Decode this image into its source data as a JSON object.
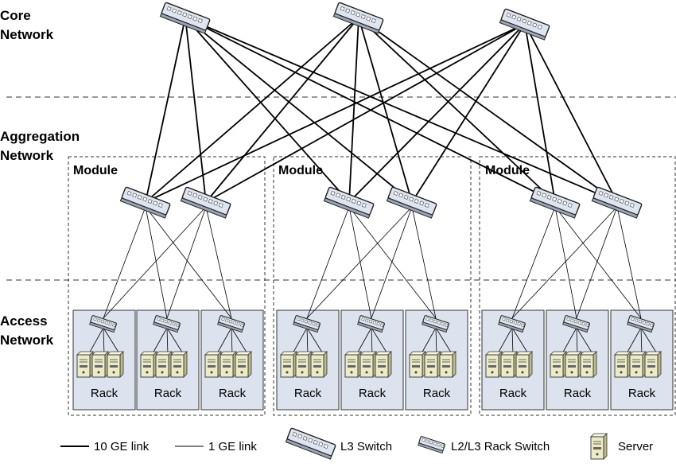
{
  "layers": {
    "core": [
      "Core",
      "Network"
    ],
    "aggregation": [
      "Aggregation",
      "Network"
    ],
    "access": [
      "Access",
      "Network"
    ]
  },
  "modules": [
    {
      "label": "Module",
      "racks": [
        "Rack",
        "Rack",
        "Rack"
      ]
    },
    {
      "label": "Module",
      "racks": [
        "Rack",
        "Rack",
        "Rack"
      ]
    },
    {
      "label": "Module",
      "racks": [
        "Rack",
        "Rack",
        "Rack"
      ]
    }
  ],
  "legend": {
    "link_10ge": "10 GE link",
    "link_1ge": "1 GE link",
    "l3_switch": "L3 Switch",
    "rack_switch": "L2/L3 Rack Switch",
    "server": "Server"
  },
  "colors": {
    "rack_fill": "#dde3ee",
    "switch_fill": "#dfe5f0",
    "server_fill": "#ecebc8",
    "line": "#000000",
    "dash": "#333333"
  }
}
